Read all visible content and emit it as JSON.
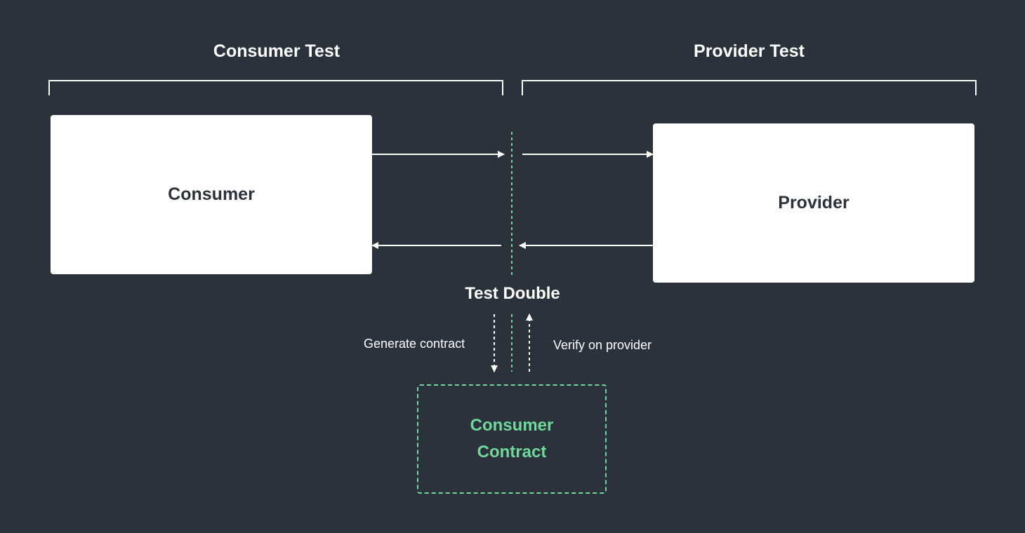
{
  "colors": {
    "background": "#2c323b",
    "node_fill": "#ffffff",
    "node_text": "#2c323b",
    "line": "#ffffff",
    "accent_green": "#6fd89a"
  },
  "sections": {
    "consumer_test": "Consumer Test",
    "provider_test": "Provider Test"
  },
  "nodes": {
    "consumer": "Consumer",
    "provider": "Provider"
  },
  "test_double": {
    "label": "Test Double"
  },
  "flows": {
    "generate": "Generate contract",
    "verify": "Verify on provider"
  },
  "contract": {
    "line1": "Consumer",
    "line2": "Contract"
  }
}
